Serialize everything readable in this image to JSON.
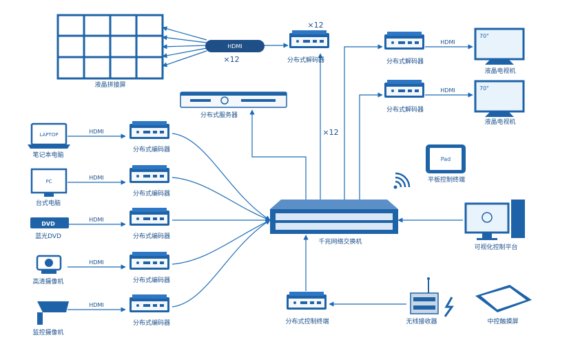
{
  "colors": {
    "primary": "#1e63a8",
    "line": "#1b6bb5",
    "text": "#1a4f8a"
  },
  "labels": {
    "video_wall": "液晶拼接屏",
    "hdmi_cable": "HDMI",
    "times12": "×12",
    "decoder": "分布式解码器",
    "server": "分布式服务器",
    "tv": "液晶电视机",
    "tv_size": "70\"",
    "pad": "Pad",
    "pad_label": "平板控制终端",
    "switch": "千兆网络交换机",
    "visual_platform": "可视化控制平台",
    "encoder": "分布式编码器",
    "hdmi": "HDMI",
    "control_terminal": "分布式控制终端",
    "wireless_receiver": "无线接收器",
    "touch_screen": "中控触摸屏"
  },
  "sources": [
    {
      "label": "笔记本电脑",
      "screen_text": "LAPTOP"
    },
    {
      "label": "台式电脑",
      "screen_text": "PC"
    },
    {
      "label": "蓝光DVD",
      "screen_text": "DVD"
    },
    {
      "label": "高清摄像机",
      "screen_text": ""
    },
    {
      "label": "监控摄像机",
      "screen_text": ""
    }
  ],
  "icons": [
    "video-wall-icon",
    "hdmi-cable-icon",
    "decoder-icon",
    "server-icon",
    "tv-icon",
    "tablet-icon",
    "wifi-icon",
    "switch-icon",
    "desktop-monitor-icon",
    "laptop-icon",
    "pc-monitor-icon",
    "dvd-player-icon",
    "hd-camera-icon",
    "surveillance-camera-icon",
    "encoder-icon",
    "control-terminal-icon",
    "wireless-receiver-icon",
    "lightning-icon",
    "touch-panel-icon"
  ]
}
